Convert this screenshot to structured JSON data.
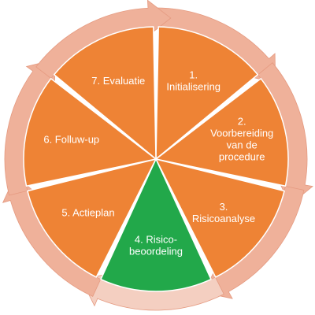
{
  "colors": {
    "segment_default": "#ee8335",
    "segment_active": "#22a84a",
    "ring_arrow": "#efb19a",
    "ring_arrow_active": "#f4cfc1",
    "ring_stroke": "#e59a80",
    "background": "#ffffff"
  },
  "steps": [
    {
      "lines": [
        "1.",
        "Initialisering"
      ],
      "active": false
    },
    {
      "lines": [
        "2.",
        "Voorbereiding",
        "van de",
        "procedure"
      ],
      "active": false
    },
    {
      "lines": [
        "3.",
        "Risicoanalyse"
      ],
      "active": false
    },
    {
      "lines": [
        "4. Risico-",
        "beoordeling"
      ],
      "active": true
    },
    {
      "lines": [
        "5. Actieplan"
      ],
      "active": false
    },
    {
      "lines": [
        "6. Folluw-up"
      ],
      "active": false
    },
    {
      "lines": [
        "7. Evaluatie"
      ],
      "active": false
    }
  ]
}
